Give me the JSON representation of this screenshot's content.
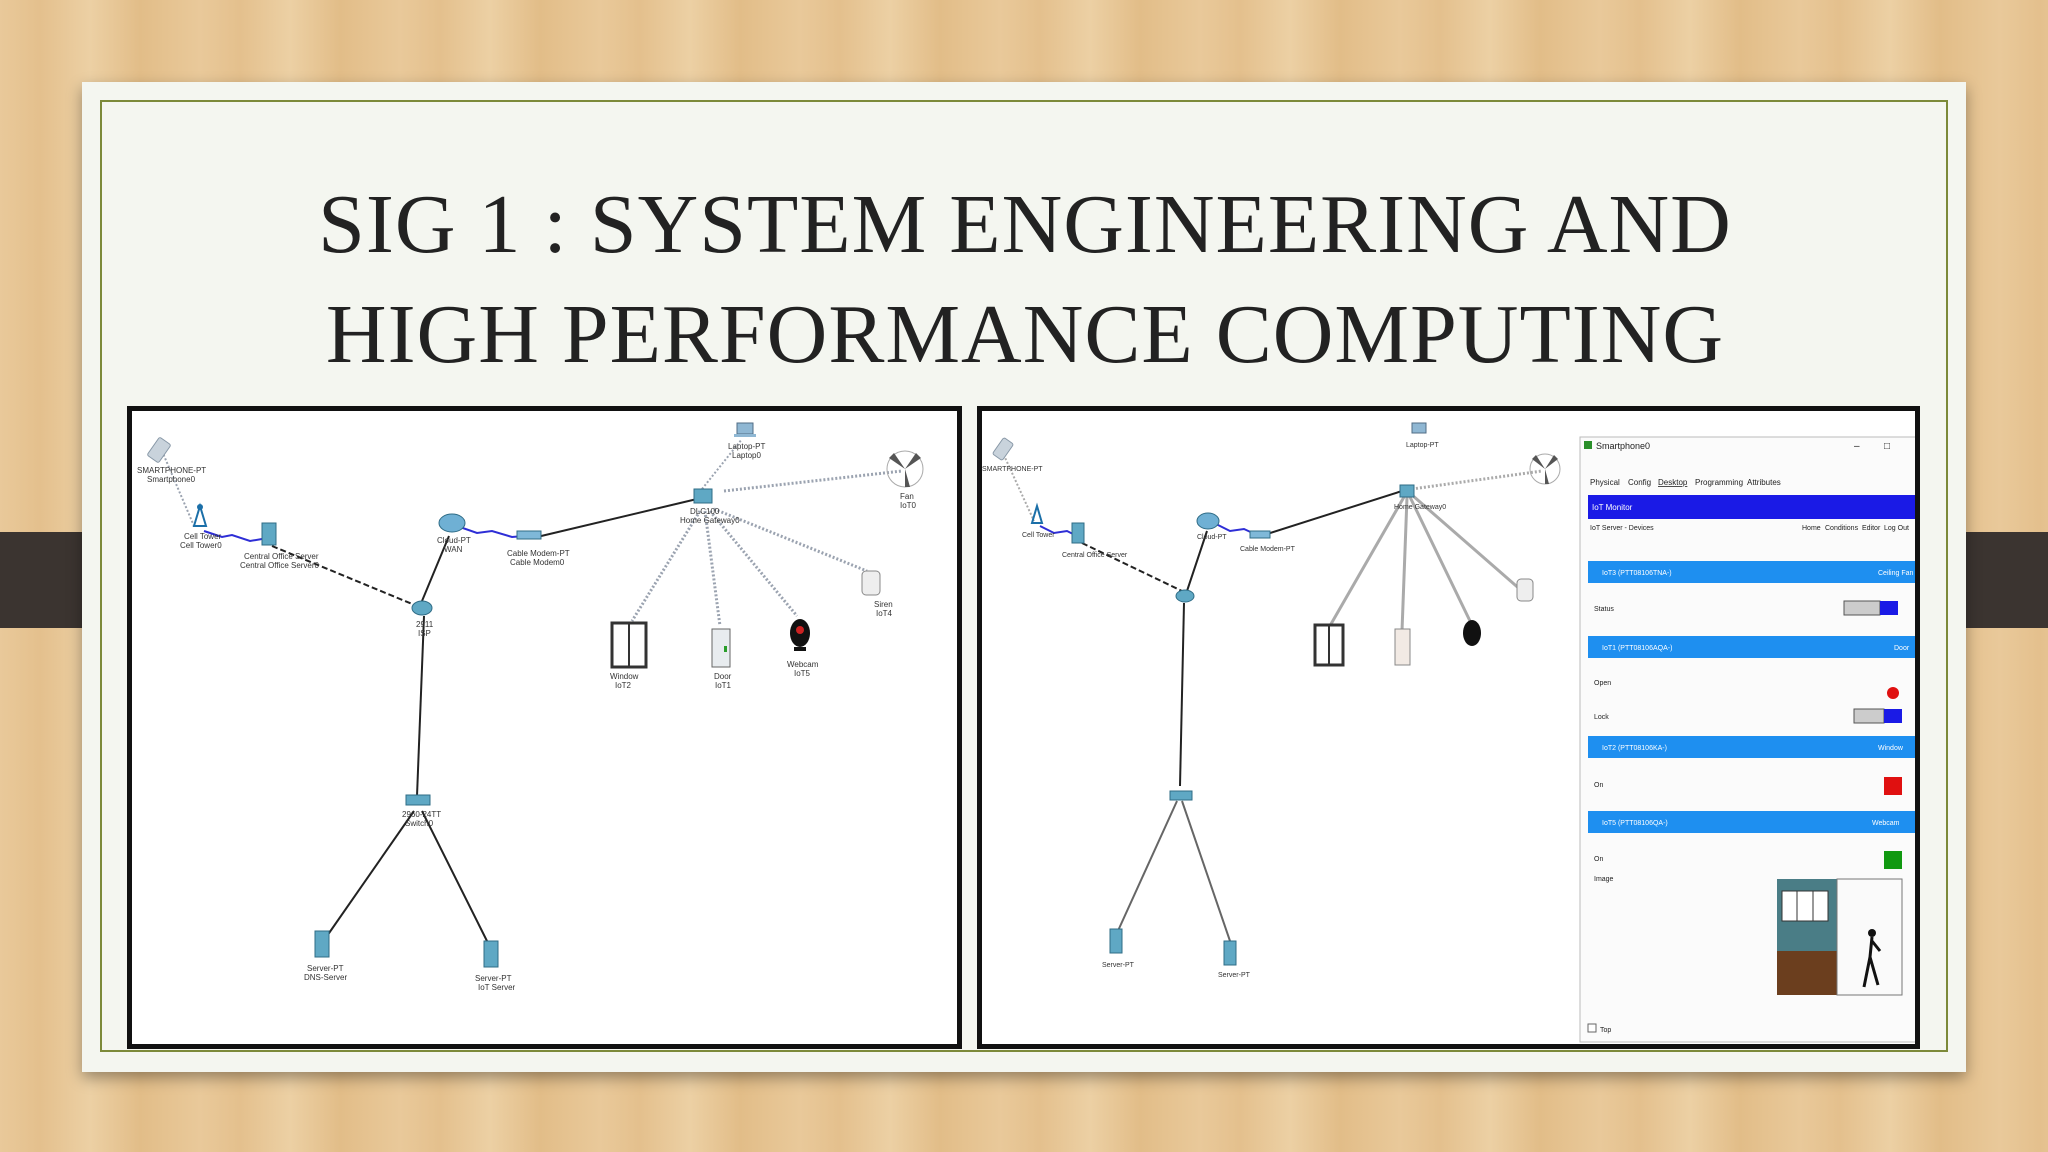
{
  "slide": {
    "title_line1": "SIG 1 : SYSTEM ENGINEERING AND",
    "title_line2": "HIGH PERFORMANCE COMPUTING"
  },
  "network": {
    "smartphone": [
      "SMARTPHONE-PT",
      "Smartphone0"
    ],
    "cell_tower": [
      "Cell Tower",
      "Cell Tower0"
    ],
    "central_office": [
      "Central Office Server",
      "Central Office Server0"
    ],
    "cloud": [
      "Cloud-PT",
      "WAN"
    ],
    "cable_modem": [
      "Cable Modem-PT",
      "Cable Modem0"
    ],
    "home_gateway": [
      "DLC100",
      "Home Gateway0"
    ],
    "laptop": [
      "Laptop-PT",
      "Laptop0"
    ],
    "fan": [
      "Fan",
      "IoT0"
    ],
    "isp_router": [
      "2911",
      "ISP"
    ],
    "switch": [
      "2960-24TT",
      "Switch0"
    ],
    "window": [
      "Window",
      "IoT2"
    ],
    "door": [
      "Door",
      "IoT1"
    ],
    "webcam": [
      "Webcam",
      "IoT5"
    ],
    "siren": [
      "Siren",
      "IoT4"
    ],
    "dns_server": [
      "Server-PT",
      "DNS-Server"
    ],
    "iot_server": [
      "Server-PT",
      "IoT Server"
    ]
  },
  "device_window": {
    "title": "Smartphone0",
    "tabs": [
      "Physical",
      "Config",
      "Desktop",
      "Programming",
      "Attributes"
    ],
    "active_tab": "Desktop",
    "app_header": "IoT Monitor",
    "breadcrumb": "IoT Server - Devices",
    "nav_links": [
      "Home",
      "Conditions",
      "Editor",
      "Log Out"
    ],
    "devices": [
      {
        "id": "IoT3 (PTT08106TNA-)",
        "type": "Ceiling Fan",
        "rows": [
          {
            "label": "Status",
            "control": "toggle-off-low"
          }
        ]
      },
      {
        "id": "IoT1 (PTT08106AQA-)",
        "type": "Door",
        "rows": [
          {
            "label": "Open",
            "control": "red-dot"
          },
          {
            "label": "Lock",
            "control": "unlock-toggle"
          }
        ]
      },
      {
        "id": "IoT2 (PTT08106KA-)",
        "type": "Window",
        "rows": [
          {
            "label": "On",
            "control": "red-square"
          }
        ]
      },
      {
        "id": "IoT5 (PTT08106QA-)",
        "type": "Webcam",
        "rows": [
          {
            "label": "On",
            "control": "green-square"
          },
          {
            "label": "Image",
            "control": "webcam-image"
          }
        ]
      }
    ],
    "footer_checkbox": "Top",
    "colors": {
      "header": "#1a1ae6",
      "device_bar": "#1e8ff0",
      "red": "#e01010",
      "green": "#119911"
    }
  }
}
